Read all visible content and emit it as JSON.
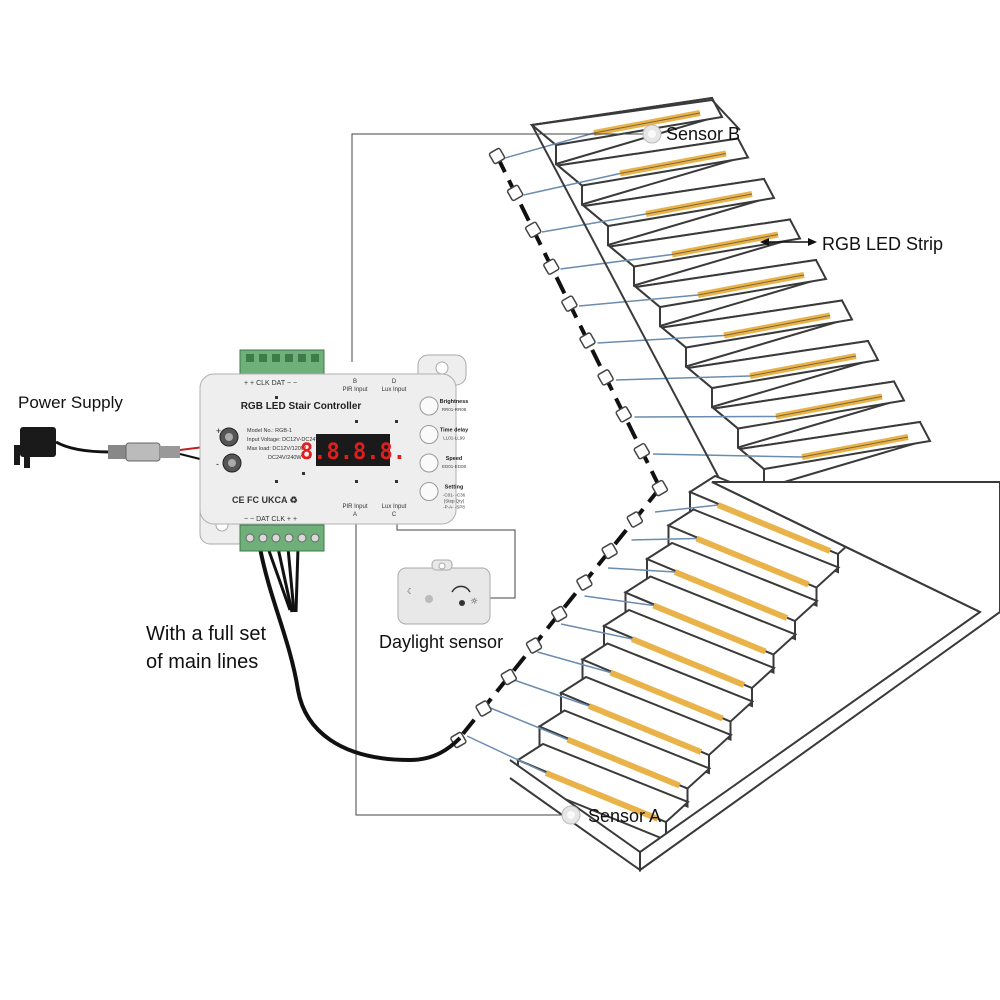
{
  "labels": {
    "power_supply": "Power Supply",
    "main_lines_1": "With a full set",
    "main_lines_2": "of main lines",
    "daylight_sensor": "Daylight sensor",
    "sensor_a": "Sensor A",
    "sensor_b": "Sensor B",
    "rgb_led_strip": "RGB LED Strip"
  },
  "controller": {
    "title": "RGB LED Stair Controller",
    "display": "8.8.8.8.",
    "info_lines": [
      "Model No.: RGB-1",
      "Input Voltage: DC12V-DC24V",
      "Max load: DC12V/120W",
      "DC24V/240W"
    ],
    "top_terminals": "+  +   CLK  DAT  −  −",
    "bottom_terminals": "−  −   DAT  CLK  +  +",
    "top_port_b_1": "B",
    "top_port_b_2": "PIR Input",
    "top_port_d_1": "D",
    "top_port_d_2": "Lux Input",
    "bottom_port_a_1": "PIR Input",
    "bottom_port_a_2": "A",
    "bottom_port_c_1": "Lux Input",
    "bottom_port_c_2": "C",
    "buttons": [
      {
        "label": "Brightness",
        "sub": "RR01-RR08"
      },
      {
        "label": "Time delay",
        "sub": "LL01-LL99"
      },
      {
        "label": "Speed",
        "sub": "ED01-ED08"
      },
      {
        "label": "Setting",
        "sub": "-C01- -C36 (Step Qty) -P-A- -SP8 (Color)"
      }
    ],
    "certs": "CE  FC  UKCA  ♻"
  },
  "colors": {
    "led": "#e9b34a",
    "controller_body": "#eeeeee",
    "terminal": "#6fb07a",
    "display_bg": "#1a1a1a",
    "display_digits": "#e01e1e"
  }
}
